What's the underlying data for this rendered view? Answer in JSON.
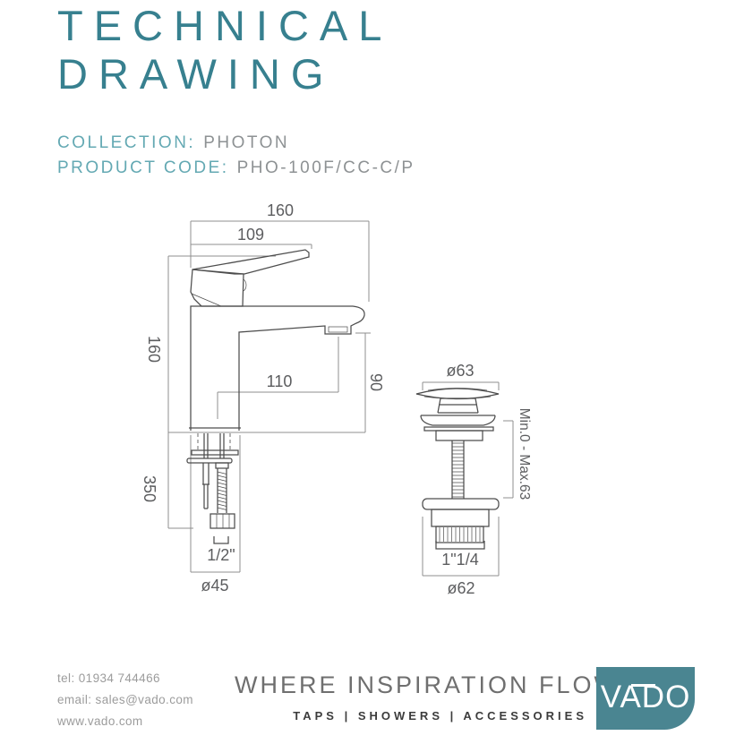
{
  "page": {
    "title_line1": "TECHNICAL",
    "title_line2": "DRAWING",
    "collection_label": "COLLECTION:",
    "collection_value": "PHOTON",
    "product_code_label": "PRODUCT CODE:",
    "product_code_value": "PHO-100F/CC-C/P"
  },
  "drawing": {
    "tap": {
      "width_total": "160",
      "width_handle": "109",
      "height_body": "160",
      "spout_reach": "110",
      "spout_height": "90",
      "below_counter": "350",
      "connection": "1/2\"",
      "base_diameter": "ø45"
    },
    "waste": {
      "top_diameter": "ø63",
      "adjustment": "Min.0 - Max.63",
      "thread": "1\"1/4",
      "flange_diameter": "ø62"
    }
  },
  "footer": {
    "tel": "tel: 01934 744466",
    "email": "email: sales@vado.com",
    "web": "www.vado.com",
    "tagline": "WHERE INSPIRATION FLOWS",
    "categories": "TAPS | SHOWERS | ACCESSORIES",
    "logo_text": "VADO"
  },
  "colors": {
    "title_teal": "#37808F",
    "label_teal": "#64A9B3",
    "value_gray": "#8E9294",
    "outline_gray": "#4D4D4D",
    "dim_gray": "#8F8F8F",
    "logo_teal": "#4A8591"
  }
}
